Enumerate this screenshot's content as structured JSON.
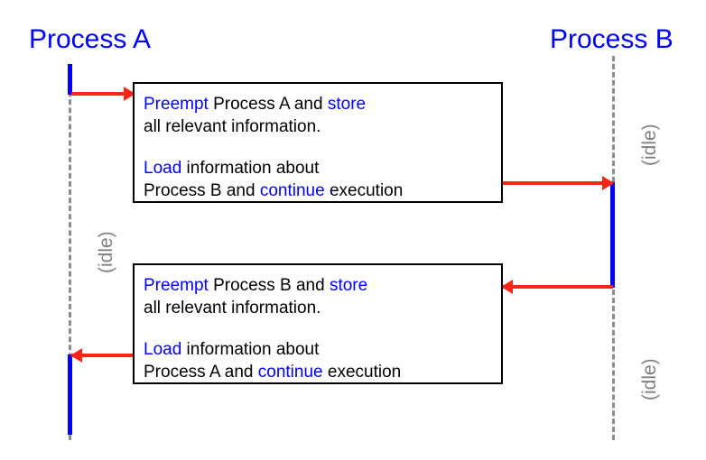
{
  "diagram": {
    "type": "sequence-diagram",
    "title_visible": false,
    "colors": {
      "lifeline_label": "#0000ff",
      "active_bar": "#0000ff",
      "arrow": "#fa2515",
      "dashed_lifeline": "#8c8c8c",
      "idle_label": "#808080",
      "box_border": "#000000",
      "box_text": "#000000",
      "keyword": "#0000ff",
      "background": "#ffffff"
    }
  },
  "lifelines": {
    "left": {
      "label": "Process A",
      "idle_label": "(idle)"
    },
    "right": {
      "label": "Process B",
      "idle_label_top": "(idle)",
      "idle_label_bottom": "(idle)"
    }
  },
  "steps": [
    {
      "id": "context-switch-a-to-b",
      "lines": [
        {
          "segments": [
            {
              "text": "Preempt",
              "keyword": true
            },
            {
              "text": " Process A and ",
              "keyword": false
            },
            {
              "text": "store",
              "keyword": true
            }
          ]
        },
        {
          "segments": [
            {
              "text": "all relevant information.",
              "keyword": false
            }
          ]
        }
      ],
      "lines2": [
        {
          "segments": [
            {
              "text": "Load",
              "keyword": true
            },
            {
              "text": " information about",
              "keyword": false
            }
          ]
        },
        {
          "segments": [
            {
              "text": "Process B and ",
              "keyword": false
            },
            {
              "text": "continue",
              "keyword": true
            },
            {
              "text": " execution",
              "keyword": false
            }
          ]
        }
      ]
    },
    {
      "id": "context-switch-b-to-a",
      "lines": [
        {
          "segments": [
            {
              "text": "Preempt",
              "keyword": true
            },
            {
              "text": " Process B and ",
              "keyword": false
            },
            {
              "text": "store",
              "keyword": true
            }
          ]
        },
        {
          "segments": [
            {
              "text": "all relevant information.",
              "keyword": false
            }
          ]
        }
      ],
      "lines2": [
        {
          "segments": [
            {
              "text": "Load",
              "keyword": true
            },
            {
              "text": " information about",
              "keyword": false
            }
          ]
        },
        {
          "segments": [
            {
              "text": "Process A and ",
              "keyword": false
            },
            {
              "text": "continue",
              "keyword": true
            },
            {
              "text": " execution",
              "keyword": false
            }
          ]
        }
      ]
    }
  ],
  "arrows": [
    {
      "id": "arrow-a-to-box1",
      "direction": "right"
    },
    {
      "id": "arrow-box1-to-b",
      "direction": "right"
    },
    {
      "id": "arrow-b-to-box2",
      "direction": "left"
    },
    {
      "id": "arrow-box2-to-a",
      "direction": "left"
    }
  ]
}
